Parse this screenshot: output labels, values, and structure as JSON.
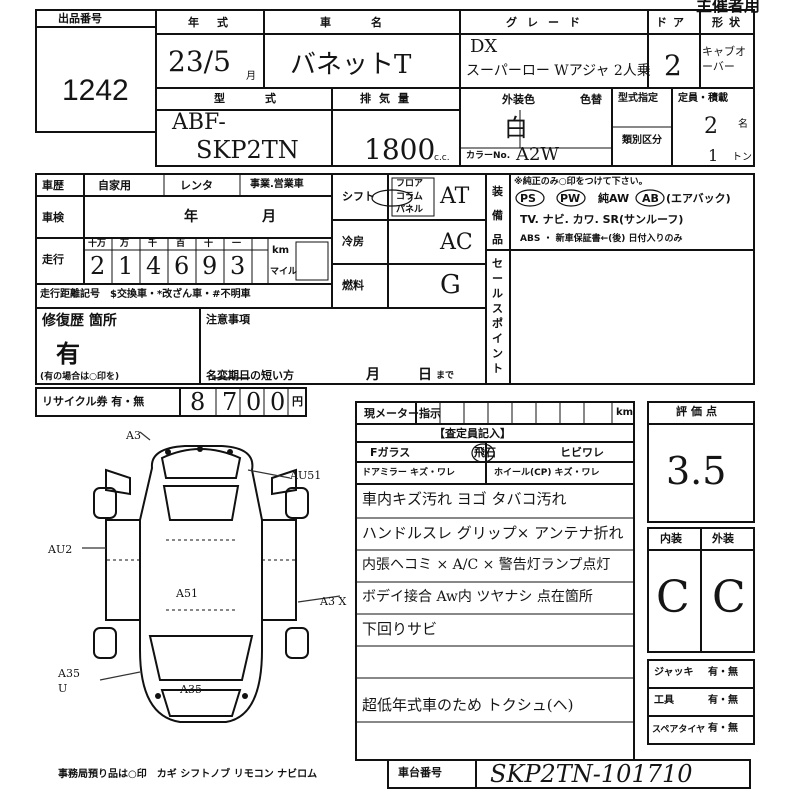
{
  "header": {
    "lot_label": "出品番号",
    "lot_number": "1242",
    "top_right": "主催者用",
    "year_label": "年式",
    "year_value": "23/5",
    "month_unit": "月",
    "model_label": "車名",
    "model_value": "バネットT",
    "grade_label": "グレード",
    "grade_value_1": "DX",
    "grade_value_2": "スーパーロー Wアジャ 2人乗",
    "doors_label": "ドア",
    "doors_value": "2",
    "body_label": "形状",
    "body_value": "キャブオーバー",
    "type_label": "型式",
    "type_value_1": "ABF-",
    "type_value_2": "SKP2TN",
    "displacement_label": "排気量",
    "displacement_value": "1800",
    "displacement_unit": "c.c.",
    "exterior_label": "外装色",
    "exterior_value": "白",
    "color_change_label": "色替",
    "color_code_label": "カラーNo.",
    "color_code_value": "A2W",
    "type_spec_label": "型式指定",
    "class_label": "類別区分",
    "capacity_label": "定員・積載",
    "capacity_value": "2",
    "capacity_unit": "名",
    "load_value": "1",
    "load_unit": "トン"
  },
  "history": {
    "history_label": "車歴",
    "private_label": "自家用",
    "rental_label": "レンタ",
    "business_label": "事業.営業車",
    "inspection_label": "車検",
    "year_unit": "年",
    "month_unit": "月",
    "mileage_label": "走行",
    "digit_labels": [
      "十万",
      "万",
      "千",
      "百",
      "十",
      "一"
    ],
    "mileage_digits": [
      "2",
      "1",
      "4",
      "6",
      "9",
      "3"
    ],
    "km_label": "km",
    "mile_label": "マイル",
    "mileage_note": "走行距離記号　$交換車・*改ざん車・#不明車"
  },
  "drivetrain": {
    "shift_label": "シフト",
    "shift_options": [
      "フロア",
      "コラム",
      "パネル"
    ],
    "shift_value": "AT",
    "ac_label": "冷房",
    "ac_value": "AC",
    "fuel_label": "燃料",
    "fuel_value": "G"
  },
  "equipment": {
    "label": "装備品",
    "note": "※純正のみ○印をつけて下さい。",
    "row1_items": [
      "PS",
      "PW",
      "純AW",
      "AB"
    ],
    "row1_suffix": "(エアバック)",
    "row2": "TV. ナビ. カワ. SR(サンルーフ)",
    "row3": "ABS ・ 新車保証書←(後) 日付入りのみ"
  },
  "sales_point_label": "セールスポイント",
  "repair": {
    "label": "修復歴 箇所",
    "value": "有",
    "note": "(有の場合は○印を)",
    "notes_label": "注意事項",
    "short_period_label": "名変期日の短い方",
    "month_label": "月",
    "day_label": "日",
    "until_label": "まで"
  },
  "recycle": {
    "label": "リサイクル券 有・無",
    "digits": [
      "8",
      "7",
      "0",
      "0"
    ],
    "yen": "円"
  },
  "meter": {
    "label": "現メーター指示",
    "km": "km"
  },
  "inspector": {
    "label": "【査定員記入】",
    "glass_label": "Fガラス",
    "chip_label": "飛石",
    "crack_label": "ヒビワレ",
    "mirror_label": "ドアミラー キズ・ワレ",
    "wheel_label": "ホイール(CP) キズ・ワレ",
    "notes": [
      "車内キズ汚れ ヨゴ タバコ汚れ",
      "ハンドルスレ グリップ× アンテナ折れ",
      "内張ヘコミ × A/C × 警告灯ランプ点灯",
      "ボデイ接合 Aw内 ツヤナシ 点在箇所",
      "下回りサビ",
      "超低年式車のため トクシュ(ヘ)"
    ]
  },
  "diagram_marks": [
    "A3",
    "AU51",
    "AU2",
    "A51",
    "A3 X",
    "A35 U",
    "A35"
  ],
  "score": {
    "label": "評価点",
    "value": "3.5",
    "interior_label": "内装",
    "exterior_label": "外装",
    "interior_value": "C",
    "exterior_value": "C"
  },
  "tools": {
    "jack_label": "ジャッキ",
    "tools_label": "工具",
    "spare_label": "スペアタイヤ",
    "value": "有・無"
  },
  "footer": {
    "office_note": "事務局預り品は○印　カギ シフトノブ リモコン ナビロム",
    "chassis_label": "車台番号",
    "chassis_value": "SKP2TN-101710"
  }
}
